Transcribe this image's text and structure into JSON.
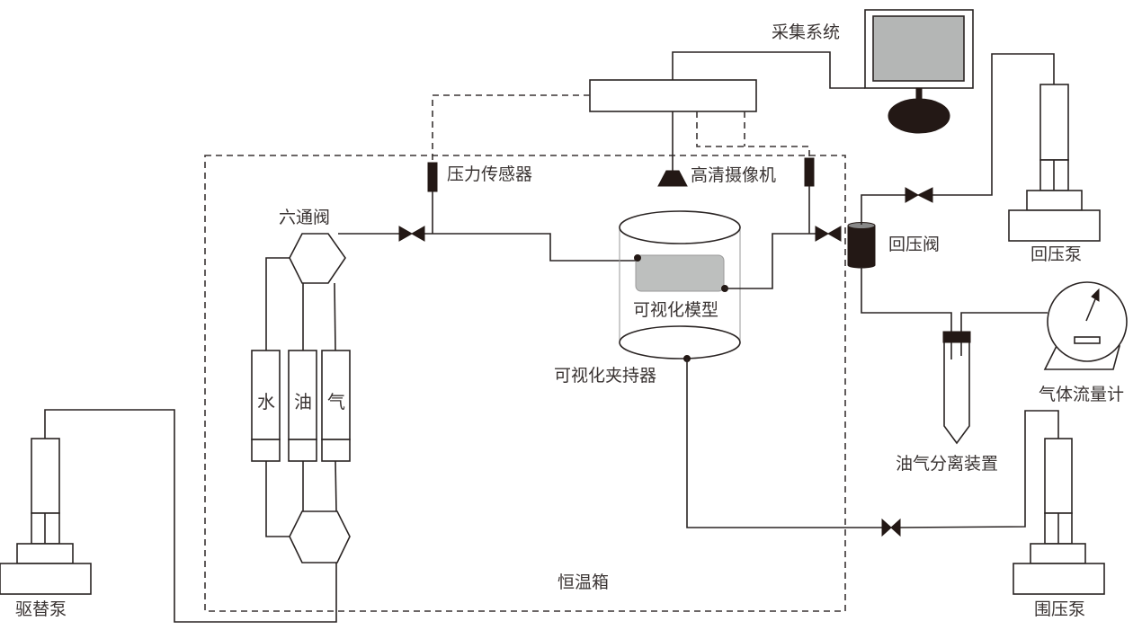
{
  "diagram": {
    "type": "experimental apparatus schematic",
    "labels": {
      "acquisition_system": "采集系统",
      "pressure_sensor": "压力传感器",
      "hd_camera": "高清摄像机",
      "six_way_valve": "六通阀",
      "back_pressure_valve": "回压阀",
      "back_pressure_pump": "回压泵",
      "visual_model": "可视化模型",
      "visual_holder": "可视化夹持器",
      "gas_flowmeter": "气体流量计",
      "oil_gas_separator": "油气分离装置",
      "displacement_pump": "驱替泵",
      "confining_pump": "围压泵",
      "thermostat": "恒温箱"
    },
    "containers": [
      {
        "id": "water",
        "label": "水"
      },
      {
        "id": "oil",
        "label": "油"
      },
      {
        "id": "gas",
        "label": "气"
      }
    ],
    "colors": {
      "line": "#2a2423",
      "dark_fill": "#231815",
      "screen_gray": "#b4b6b5",
      "model_gray": "#bdbfbe"
    }
  }
}
